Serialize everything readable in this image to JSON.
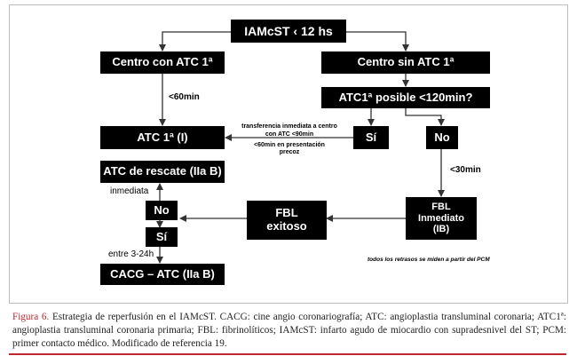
{
  "diagram": {
    "nodes": {
      "start": "IAMcST ‹ 12 hs",
      "centro_con": "Centro con ATC 1ª",
      "centro_sin": "Centro sin ATC 1ª",
      "atc_posible": "ATC1ª posible <120min?",
      "si_top": "Sí",
      "no_top": "No",
      "atc_1": "ATC 1ª (I)",
      "atc_rescate": "ATC de rescate (IIa B)",
      "no_mid": "No",
      "fbl_exitoso_line1": "FBL",
      "fbl_exitoso_line2": "exitoso",
      "fbl_inmediato_line1": "FBL",
      "fbl_inmediato_line2": "Inmediato",
      "fbl_inmediato_line3": "(IB)",
      "si_bottom": "Sí",
      "cacg": "CACG – ATC (IIa B)"
    },
    "labels": {
      "lt60": "<60min",
      "transfer_line1": "transferencia inmediata a centro",
      "transfer_line2": "con ATC <90min",
      "transfer_line3": "<60min en presentación",
      "transfer_line4": "precoz",
      "lt30": "<30min",
      "inmediata": "inmediata",
      "entre": "entre 3-24h",
      "retrasos": "todos los retrasos se miden a partir del PCM"
    }
  },
  "caption": {
    "figure_label": "Figura 6.",
    "text": " Estrategia de reperfusión en el IAMcST. CACG: cine angio coronariografía; ATC: angioplastia transluminal coronaria; ATC1ª: angioplastia transluminal coronaria primaria; FBL: fibrinolíticos; IAMcST: infarto agudo de miocardio con supradesnivel del ST; PCM: primer contacto médico. Modificado de referencia 19."
  },
  "colors": {
    "box": "#000000",
    "arrow": "#333333",
    "figure_label": "#c0262d",
    "rule": "#c0262d"
  }
}
